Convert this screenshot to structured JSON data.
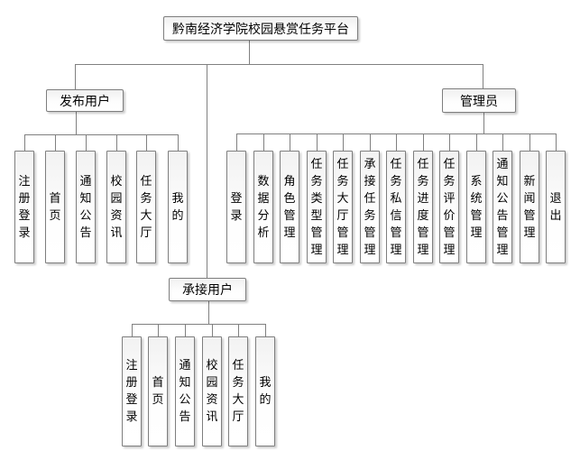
{
  "diagram": {
    "title": "黔南经济学院校园悬赏任务平台",
    "root": {
      "label": "黔南经济学院校园悬赏任务平台"
    },
    "groups": [
      {
        "id": "publisher",
        "label": "发布用户",
        "children": [
          "注册登录",
          "首页",
          "通知公告",
          "校园资讯",
          "任务大厅",
          "我的"
        ]
      },
      {
        "id": "acceptor",
        "label": "承接用户",
        "children": [
          "注册登录",
          "首页",
          "通知公告",
          "校园资讯",
          "任务大厅",
          "我的"
        ]
      },
      {
        "id": "admin",
        "label": "管理员",
        "children": [
          "登录",
          "数据分析",
          "角色管理",
          "任务类型管理",
          "任务大厅管理",
          "承接任务管理",
          "任务私信管理",
          "任务进度管理",
          "任务评价管理",
          "系统管理",
          "通知公告管理",
          "新闻管理",
          "退出"
        ]
      }
    ],
    "colors": {
      "line": "#808080",
      "box_border": "#7e7e7e",
      "box_fill_top": "#f0f0f0",
      "box_fill_bottom": "#ffffff",
      "text": "#000000",
      "background": "#ffffff"
    }
  }
}
